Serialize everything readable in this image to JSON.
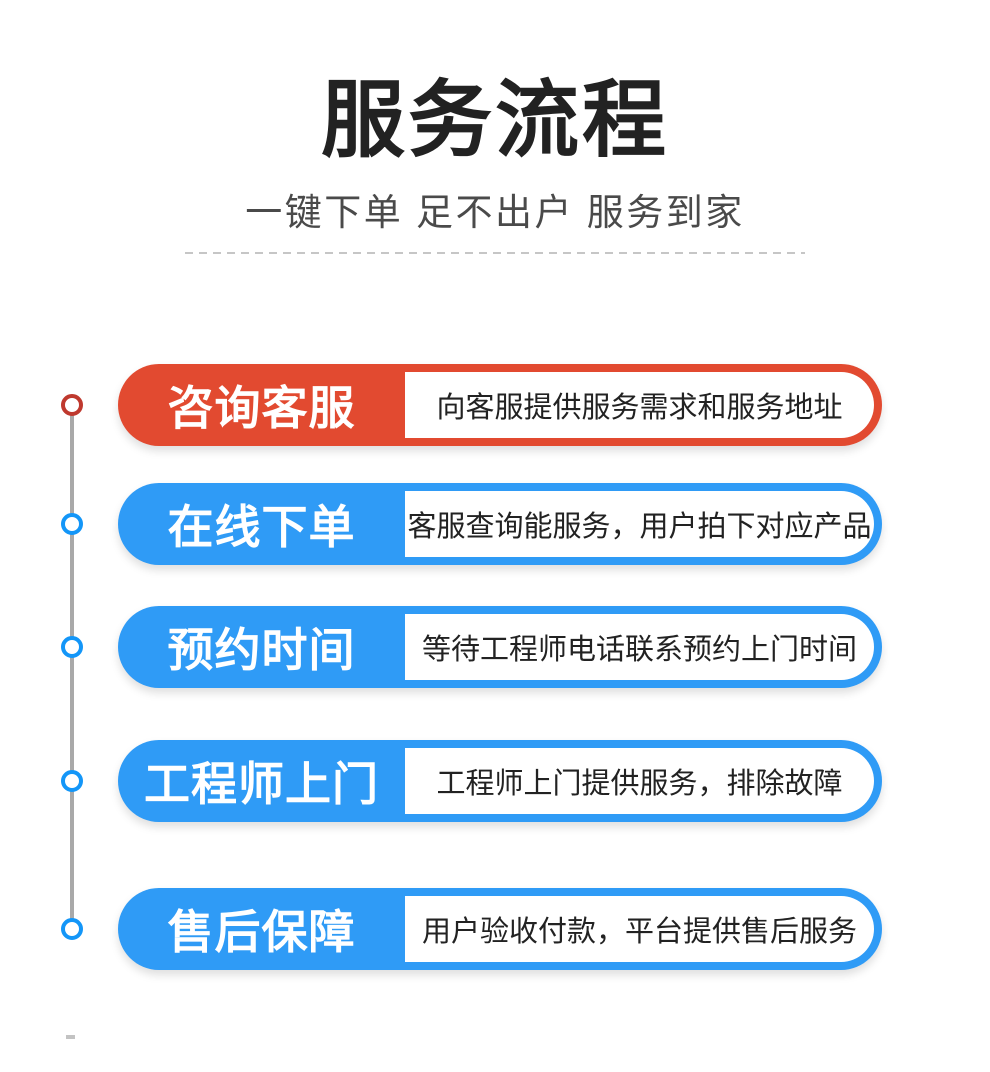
{
  "header": {
    "title": "服务流程",
    "subtitle": "一键下单 足不出户 服务到家"
  },
  "steps": [
    {
      "label": "咨询客服",
      "description": "向客服提供服务需求和服务地址",
      "color": "red"
    },
    {
      "label": "在线下单",
      "description": "客服查询能服务，用户拍下对应产品",
      "color": "blue"
    },
    {
      "label": "预约时间",
      "description": "等待工程师电话联系预约上门时间",
      "color": "blue"
    },
    {
      "label": "工程师上门",
      "description": "工程师上门提供服务，排除故障",
      "color": "blue"
    },
    {
      "label": "售后保障",
      "description": "用户验收付款，平台提供售后服务",
      "color": "blue"
    }
  ],
  "theme": {
    "bg": "#ffffff",
    "title_color": "#222222",
    "subtitle_color": "#4a4a4a",
    "divider_gray": "#c6c6c6",
    "accent_red": "#e24a30",
    "accent_blue": "#2f9bf6",
    "dot_red": "#bf392e",
    "dot_blue": "#1396f8",
    "timeline_gray": "#a9a9a9",
    "desc_color": "#222222"
  }
}
